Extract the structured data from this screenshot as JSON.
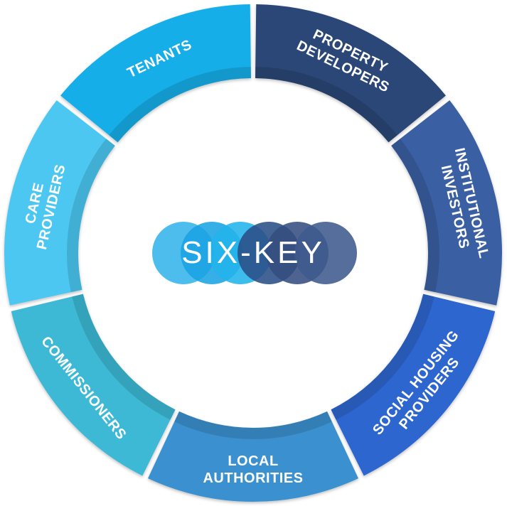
{
  "diagram": {
    "logo": {
      "text": "SIX-KEY"
    },
    "segments": [
      {
        "id": "property-developers",
        "lines": [
          "PROPERTY",
          "DEVELOPERS"
        ],
        "color": "#2c4677"
      },
      {
        "id": "institutional-investors",
        "lines": [
          "INSTITUTIONAL",
          "INVESTORS"
        ],
        "color": "#3a5ea3"
      },
      {
        "id": "social-housing-providers",
        "lines": [
          "SOCIAL HOUSING",
          "PROVIDERS"
        ],
        "color": "#2f66cf"
      },
      {
        "id": "local-authorities",
        "lines": [
          "LOCAL",
          "AUTHORITIES"
        ],
        "color": "#3a91cf"
      },
      {
        "id": "commissioners",
        "lines": [
          "COMMISSIONERS"
        ],
        "color": "#3db9d6"
      },
      {
        "id": "care-providers",
        "lines": [
          "CARE",
          "PROVIDERS"
        ],
        "color": "#4cc7f1"
      },
      {
        "id": "tenants",
        "lines": [
          "TENANTS"
        ],
        "color": "#19aee9"
      }
    ],
    "logo_circle_colors": [
      "#33b4ea",
      "#1aa3e3",
      "#22b4ec",
      "#2a4f86",
      "#364d7f",
      "#3f5a8d"
    ]
  }
}
